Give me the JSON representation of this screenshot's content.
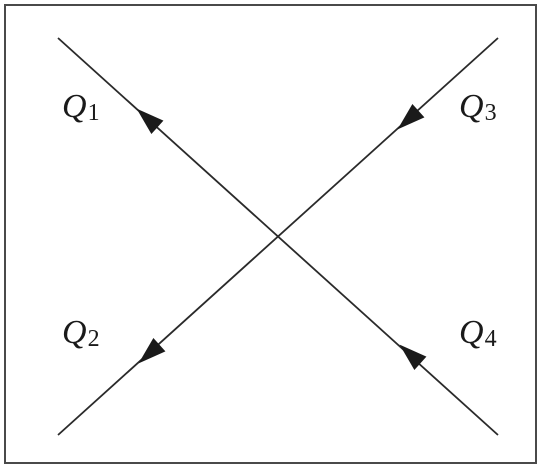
{
  "labels": {
    "q1": {
      "letter": "Q",
      "sub": "1"
    },
    "q2": {
      "letter": "Q",
      "sub": "2"
    },
    "q3": {
      "letter": "Q",
      "sub": "3"
    },
    "q4": {
      "letter": "Q",
      "sub": "4"
    }
  },
  "colors": {
    "line": "#2a2a2a",
    "text": "#1a1a1a",
    "frame": "#4a4a4a"
  }
}
